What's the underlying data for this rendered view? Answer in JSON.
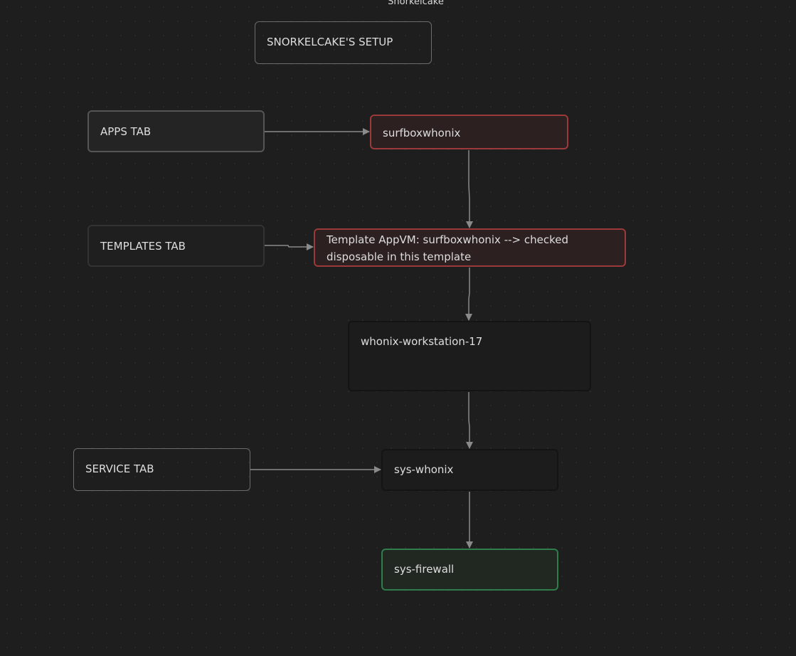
{
  "canvas": {
    "title": "Snorkelcake"
  },
  "nodes": {
    "title_node": "SNORKELCAKE'S SETUP",
    "apps_tab": "APPS TAB",
    "templates_tab": "TEMPLATES TAB",
    "service_tab": "SERVICE TAB",
    "surfboxwhonix": "surfboxwhonix",
    "template_appvm": "Template AppVM: surfboxwhonix --> checked disposable in this template",
    "whonix_workstation": "whonix-workstation-17",
    "sys_whonix": "sys-whonix",
    "sys_firewall": "sys-firewall"
  },
  "colors": {
    "background": "#1e1e1e",
    "edge": "#8a8a8a",
    "highlight_red": "#9a3a3a",
    "highlight_green": "#2f7d4a"
  },
  "edges": [
    {
      "from": "APPS TAB",
      "to": "surfboxwhonix"
    },
    {
      "from": "surfboxwhonix",
      "to": "Template AppVM"
    },
    {
      "from": "TEMPLATES TAB",
      "to": "Template AppVM"
    },
    {
      "from": "Template AppVM",
      "to": "whonix-workstation-17"
    },
    {
      "from": "whonix-workstation-17",
      "to": "sys-whonix"
    },
    {
      "from": "SERVICE TAB",
      "to": "sys-whonix"
    },
    {
      "from": "sys-whonix",
      "to": "sys-firewall"
    }
  ]
}
